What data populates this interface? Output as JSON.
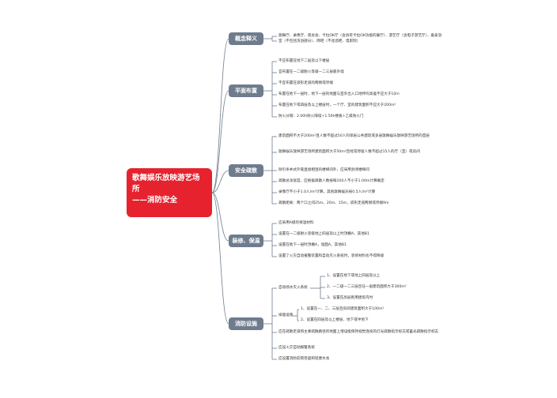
{
  "root": {
    "line1": "歌舞娱乐放映游艺场所",
    "line2": "——消防安全"
  },
  "sections": [
    {
      "title": "概念释义",
      "items": [
        "歌舞厅、录像厅、夜总会、卡拉OK厅（含具有卡拉OK功能的餐厅）、游艺厅（含电子游艺厅）、桑拿浴室（不包括洗浴部分）、网吧（不含酒吧、电影院）"
      ]
    },
    {
      "title": "平面布置",
      "items": [
        "不应布置在地下二层及以下楼层",
        "宜布置在一二级耐火等级一二三层靠外墙",
        "不宜布置在袋形走道的两侧或尽端",
        "布置在地下一层时，地下一层的地面与室外出入口地坪的高差不应大于10m",
        "布置在地下或四层及以上楼层时，一个厅、室的建筑面积不应大于200m²",
        "防火分隔：2.00h防火隔墙+1.50h楼板+乙级防火门"
      ]
    },
    {
      "title": "安全疏散",
      "items": [
        "建筑面积不大于200m²且人数不超过50人的单层公共建筑或多层歌舞娱乐放映游艺场所的首层",
        "歌舞娱乐放映游艺场所建筑面积大于50m²且经常停留人数不超过15人的厅（室）或房间",
        "除引条并式外靠直接相连的楼梯间外，应采用封闭楼梯间",
        "疏散总净宽度，应根据疏散人数按每100人不小于1.00m计算确定",
        "录像厅不小于1.0人/m²计算，其他歌舞娱乐按0.5人/m²计算",
        "疏散距离：两个口之间25m、20m、15m，袋形走道两侧或尽端9m"
      ]
    },
    {
      "title": "装修、保温",
      "items": [
        "应采用A级的保温材料",
        "设置在一二级耐火等级地上四层及以上时顶棚A、其他B1",
        "设置在地下一层时顶棚A，墙面A，其他B1",
        "设置了火灾自动报警装置和自动灭火系统时，装修材料也不得降级"
      ]
    },
    {
      "title": "消防设施",
      "sprinkler": {
        "label": "自动喷水灭火系统",
        "items": [
          "1、设置在地下或地上四层及以上",
          "2、一二级一二三层且任一层建筑面积大于300m²",
          "3、设置在高层民用建筑内时"
        ]
      },
      "smoke": {
        "label": "排烟设施",
        "items": [
          "1、设置在一、二、三层且房间建筑面积大于100m²",
          "2、设置在四层及以上楼层、地下或半地下"
        ]
      },
      "items": [
        "应在疏散走道和主要疏散路径的地面上增设能保持视觉连续的灯光疏散指示标志或蓄光疏散指示标志",
        "应设火灾自动报警系统",
        "应设置消防软管卷盘和轻便水龙"
      ]
    }
  ]
}
